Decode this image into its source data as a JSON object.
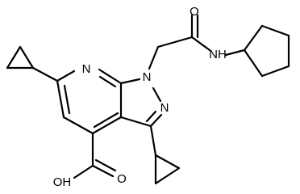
{
  "molecule": {
    "atoms": {
      "o_amide": "O",
      "nh_amide": "NH",
      "n_pyridine": "N",
      "n1_pyrazole": "N",
      "n2_pyrazole": "N",
      "oh_acid": "OH",
      "o_acid": "O"
    },
    "colors": {
      "bond": "#000000",
      "label": "#000000",
      "background": "#ffffff"
    }
  }
}
